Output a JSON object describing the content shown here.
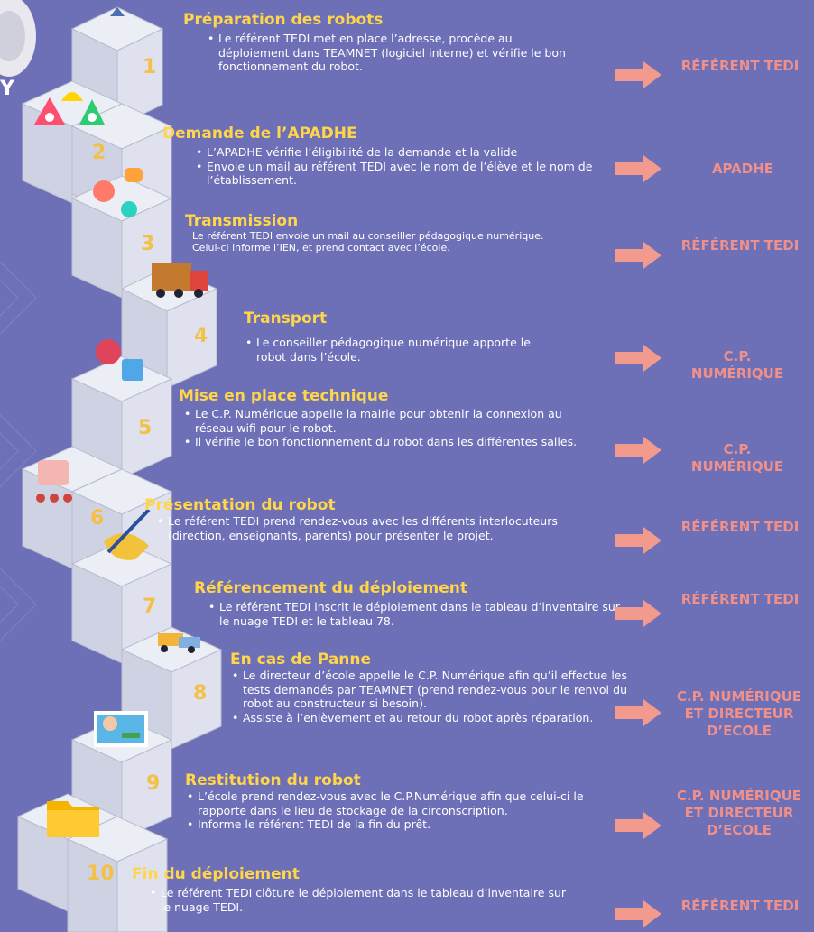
{
  "header_fragment": "Y",
  "steps": [
    {
      "number": "1",
      "title": "Préparation des robots",
      "lines": [
        "Le référent TEDI met en place l’adresse, procède au déploiement dans TEAMNET (logiciel interne) et vérifie le bon fonctionnement du robot."
      ],
      "role": "RÉFÉRENT TEDI"
    },
    {
      "number": "2",
      "title": "Demande de l’APADHE",
      "lines": [
        "L’APADHE vérifie l’éligibilité de la demande et la valide",
        "Envoie un mail au référent TEDI avec le nom de l’élève et le nom de l’établissement."
      ],
      "role": "APADHE"
    },
    {
      "number": "3",
      "title": "Transmission",
      "lines": [
        "Le référent TEDI envoie un mail au conseiller pédagogique numérique.",
        "Celui-ci informe l’IEN, et prend contact avec l’école."
      ],
      "role": "RÉFÉRENT TEDI"
    },
    {
      "number": "4",
      "title": "Transport",
      "lines": [
        "Le conseiller pédagogique numérique apporte le robot dans l’école."
      ],
      "role": "C.P. NUMÉRIQUE"
    },
    {
      "number": "5",
      "title": "Mise en place technique",
      "lines": [
        "Le C.P. Numérique appelle la mairie pour obtenir la connexion au réseau wifi pour le robot.",
        "Il vérifie le bon fonctionnement du robot dans les différentes salles."
      ],
      "role": "C.P. NUMÉRIQUE"
    },
    {
      "number": "6",
      "title": "Présentation du robot",
      "lines": [
        "Le référent TEDI prend rendez-vous avec les différents interlocuteurs (direction, enseignants, parents) pour présenter le projet."
      ],
      "role": "RÉFÉRENT TEDI"
    },
    {
      "number": "7",
      "title": "Référencement du déploiement",
      "lines": [
        "Le référent TEDI inscrit le déploiement dans le tableau d’inventaire sur le nuage TEDI et le tableau 78."
      ],
      "role": "RÉFÉRENT TEDI"
    },
    {
      "number": "8",
      "title": "En cas de Panne",
      "lines": [
        "Le directeur d’école appelle le C.P. Numérique afin qu’il effectue les tests demandés par TEAMNET (prend rendez-vous pour le renvoi du robot au constructeur si besoin).",
        "Assiste à l’enlèvement et au retour du robot après réparation."
      ],
      "role": "C.P. NUMÉRIQUE ET DIRECTEUR D’ECOLE"
    },
    {
      "number": "9",
      "title": "Restitution du robot",
      "lines": [
        "L’école prend rendez-vous avec le C.P.Numérique afin que celui-ci le rapporte dans le lieu de stockage de la circonscription.",
        "Informe le référent TEDI de la fin du prêt."
      ],
      "role": "C.P. NUMÉRIQUE ET DIRECTEUR D’ECOLE"
    },
    {
      "number": "10",
      "title": "Fin du déploiement",
      "lines": [
        "Le référent TEDI clôture le déploiement dans le tableau d’inventaire sur le nuage TEDI."
      ],
      "role": "RÉFÉRENT TEDI"
    }
  ],
  "colors": {
    "background": "#6d6fb7",
    "title": "#ffd54a",
    "role": "#f0908a",
    "arrow": "#f39a8e",
    "number": "#f3c14a"
  }
}
